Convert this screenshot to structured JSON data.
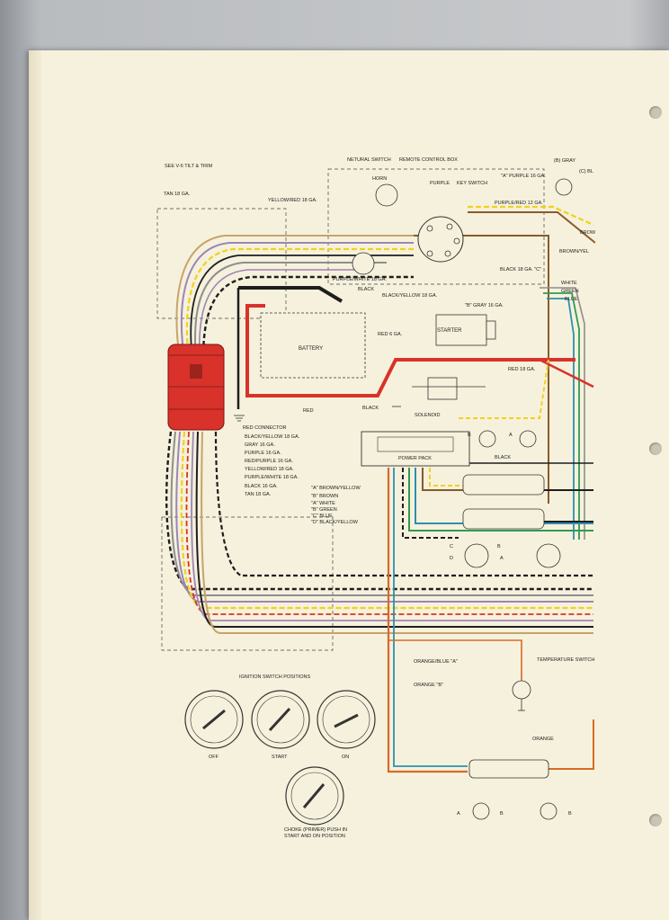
{
  "diagram": {
    "header": {
      "see_tilt_trim": "SEE V-6 TILT & TRIM",
      "remote_control_box": "REMOTE CONTROL BOX",
      "neutral_switch": "NETURAL SWITCH",
      "horn": "HORN",
      "purple": "PURPLE",
      "key_switch": "KEY SWITCH"
    },
    "wire_labels": {
      "tan_18": "TAN 18 GA.",
      "yellow_red_18": "YELLOW/RED 18 GA.",
      "purple_red_12": "PURPLE/RED 12 GA.",
      "a_purple_16": "\"A\" PURPLE 16 GA.",
      "b_gray": "(B) GRAY",
      "c_bl": "(C) BL",
      "brown": "BROW",
      "brown_yellow": "BROWN/YEL",
      "black_18_c": "BLACK 18 GA. \"C\"",
      "purple_white_18": "PURPLE/WHITE 18 GA.",
      "black": "BLACK",
      "black_yellow_18": "BLACK/YELLOW 18 GA.",
      "b_gray_16": "\"B\" GRAY 16 GA.",
      "white": "WHITE",
      "green": "GREEN",
      "blue": "BLUE",
      "red_6": "RED 6 GA.",
      "red_18": "RED 18 GA.",
      "red": "RED",
      "black_solenoid": "BLACK",
      "black_packs": "BLACK"
    },
    "components": {
      "battery": "BATTERY",
      "starter": "STARTER",
      "solenoid": "SOLENOID",
      "power_pack": "POWER PACK",
      "temperature_switch": "TEMPERATURE SWITCH"
    },
    "connector_legend": [
      "RED CONNECTOR",
      "BLACK/YELLOW 18 GA.",
      "GRAY 16 GA.",
      "PURPLE 16 GA.",
      "RED/PURPLE 16 GA.",
      "YELLOW/RED 18 GA.",
      "PURPLE/WHITE 18 GA.",
      "BLACK 16 GA.",
      "TAN 18 GA."
    ],
    "power_pack_leads": [
      "\"A\" BROWN/YELLOW",
      "\"B\" BROWN",
      "\"A\" WHITE",
      "\"B\" GREEN",
      "\"C\" BLUE",
      "\"D\" BLACK/YELLOW"
    ],
    "orange_labels": {
      "orange_blue_a": "ORANGE/BLUE \"A\"",
      "orange_b": "ORANGE \"B\"",
      "orange": "ORANGE"
    },
    "pin_letters": {
      "a": "A",
      "b": "B",
      "c": "C",
      "d": "D"
    },
    "ignition": {
      "title": "IGNITION SWITCH POSITIONS",
      "positions": [
        "OFF",
        "START",
        "ON"
      ],
      "choke_note": "CHOKE (PRIMER) PUSH IN START AND ON POSITION"
    },
    "colors": {
      "red": "#d8322b",
      "orange": "#d66a2a",
      "brown": "#8a5a2b",
      "yellow": "#f0d21e",
      "purple": "#9b86b5",
      "gray": "#8e8e8e",
      "green": "#2f9a53",
      "blue": "#2e8fb0",
      "tan": "#c7a36b",
      "black": "#1e1e1e"
    }
  }
}
